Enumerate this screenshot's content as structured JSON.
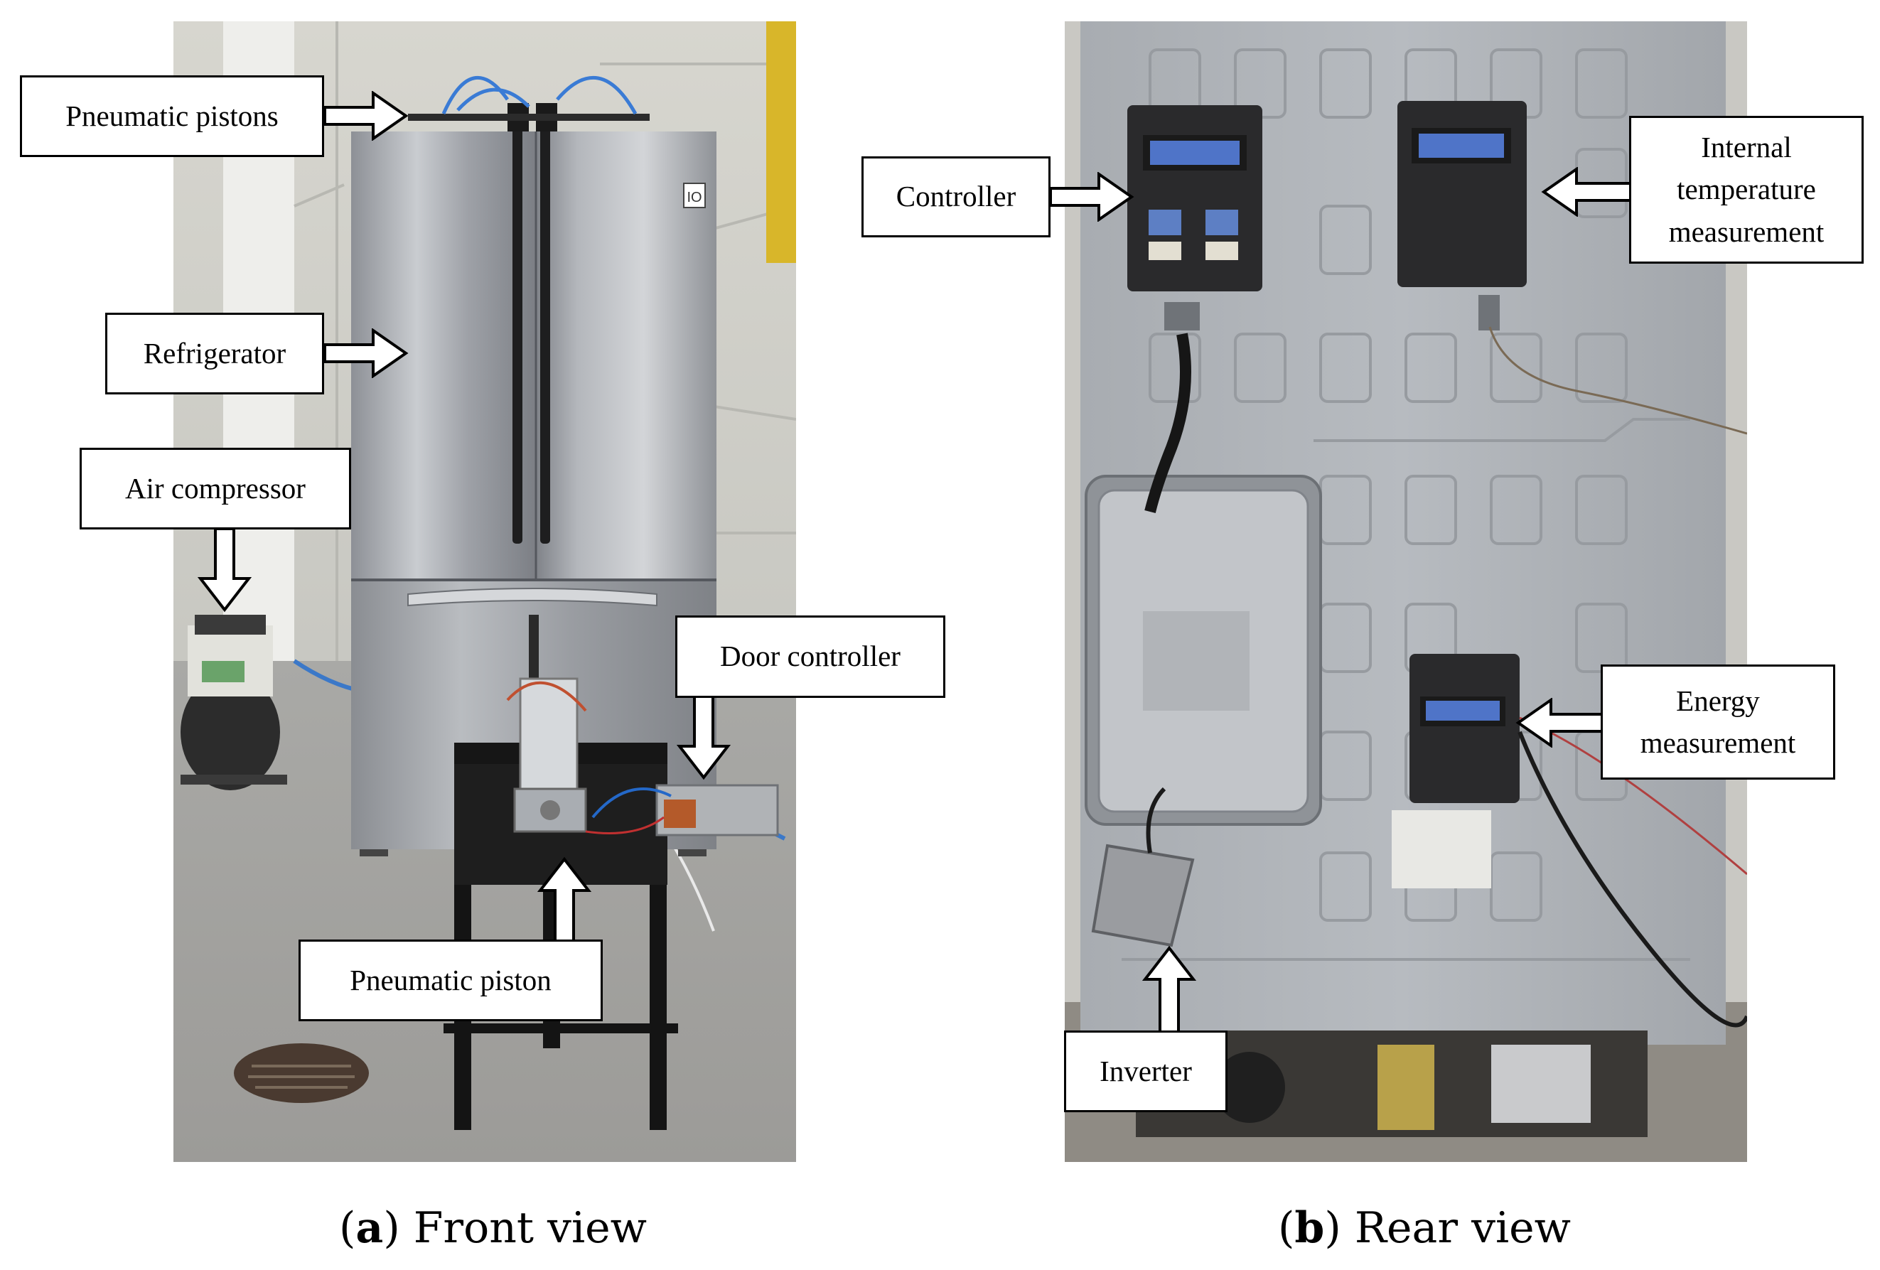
{
  "panels": [
    {
      "id": "a",
      "letter": "a",
      "caption": "Front view",
      "labels": {
        "pneumatic_pistons": "Pneumatic  pistons",
        "refrigerator": "Refrigerator",
        "air_compressor": "Air compressor",
        "door_controller": "Door controller",
        "pneumatic_piston": "Pneumatic  piston"
      },
      "fridge_logo": "IO"
    },
    {
      "id": "b",
      "letter": "b",
      "caption": "Rear view",
      "labels": {
        "controller": "Controller",
        "internal_temperature": "Internal\ntemperature\nmeasurement",
        "energy": "Energy\nmeasurement",
        "inverter": "Inverter"
      }
    }
  ],
  "colors": {
    "frame_border": "#000000",
    "label_background": "#ffffff",
    "lcd_blue": "#4f74c8"
  }
}
